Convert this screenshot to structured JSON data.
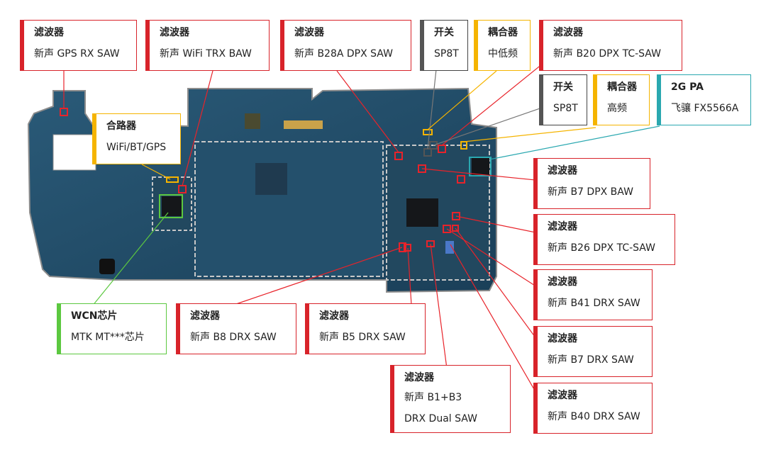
{
  "colors": {
    "filter": "#d8232a",
    "switch": "#555555",
    "coupler": "#f5b400",
    "pa": "#2aa8b0",
    "wcn": "#5cc840",
    "board": "#1f4a66"
  },
  "callouts": {
    "gps_rx": {
      "title": "滤波器",
      "desc": "新声 GPS RX SAW"
    },
    "wifi_trx": {
      "title": "滤波器",
      "desc": "新声 WiFi TRX BAW"
    },
    "b28a": {
      "title": "滤波器",
      "desc": "新声 B28A DPX SAW"
    },
    "switch1": {
      "title": "开关",
      "desc": "SP8T"
    },
    "coupler1": {
      "title": "耦合器",
      "desc": "中低频"
    },
    "b20": {
      "title": "滤波器",
      "desc": "新声 B20 DPX TC-SAW"
    },
    "switch2": {
      "title": "开关",
      "desc": "SP8T"
    },
    "coupler2": {
      "title": "耦合器",
      "desc": "高频"
    },
    "pa2g": {
      "title": "2G PA",
      "desc": "飞骧 FX5566A"
    },
    "combiner": {
      "title": "合路器",
      "desc": "WiFi/BT/GPS"
    },
    "b7dpx": {
      "title": "滤波器",
      "desc": "新声 B7 DPX BAW"
    },
    "b26": {
      "title": "滤波器",
      "desc": "新声 B26 DPX TC-SAW"
    },
    "b41": {
      "title": "滤波器",
      "desc": "新声 B41 DRX SAW"
    },
    "b7drx": {
      "title": "滤波器",
      "desc": "新声 B7 DRX SAW"
    },
    "b40": {
      "title": "滤波器",
      "desc": "新声 B40 DRX SAW"
    },
    "wcn": {
      "title": "WCN芯片",
      "desc": "MTK MT***芯片"
    },
    "b8": {
      "title": "滤波器",
      "desc": "新声 B8 DRX SAW"
    },
    "b5": {
      "title": "滤波器",
      "desc": "新声 B5 DRX SAW"
    },
    "b1b3": {
      "title": "滤波器",
      "desc": "新声 B1+B3",
      "desc2": "DRX Dual SAW"
    }
  }
}
